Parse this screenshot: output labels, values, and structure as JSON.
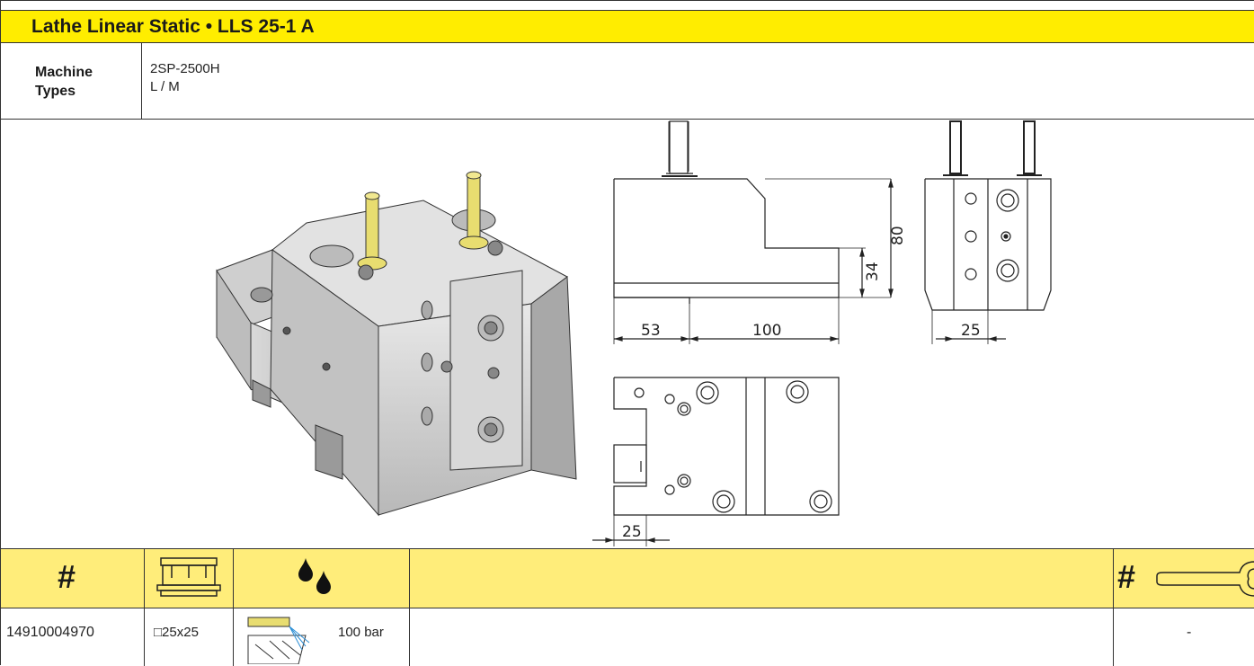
{
  "title": "Lathe Linear Static • LLS 25-1 A",
  "machine_types": {
    "label": "Machine Types",
    "values": [
      "2SP-2500H",
      "L / M"
    ]
  },
  "dimensions": {
    "side_width_1": "53",
    "side_width_2": "100",
    "height_total": "80",
    "height_step": "34",
    "front_width": "25",
    "top_width": "25"
  },
  "table": {
    "headers": {
      "number_symbol": "#",
      "collet_icon": "collet-icon",
      "coolant_icon": "coolant-drops-icon",
      "wrench_number_symbol": "#",
      "wrench_icon": "wrench-icon"
    },
    "rows": [
      {
        "part_number": "14910004970",
        "shank": "□25x25",
        "coolant": "100 bar",
        "wrench": "-"
      }
    ]
  },
  "colors": {
    "title_bar": "#ffed00",
    "table_header": "#ffed7a",
    "body_metal": "#c8c8c8",
    "brass": "#e8dd70"
  }
}
